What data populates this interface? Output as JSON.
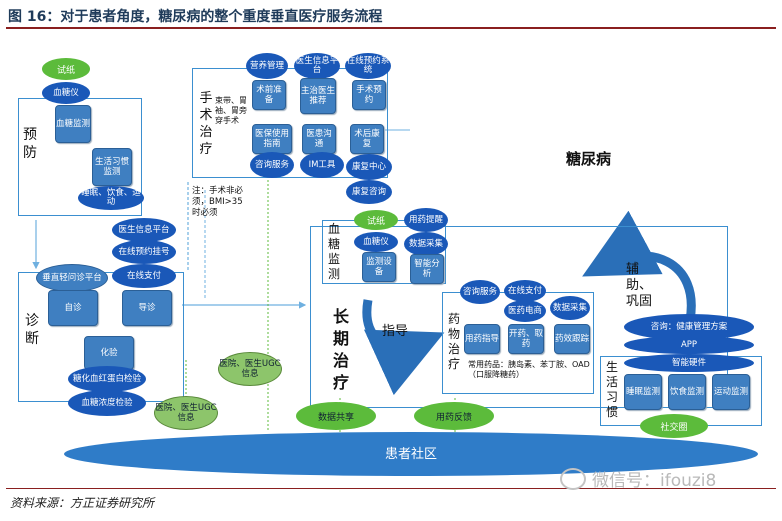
{
  "title": "图 16：对于患者角度，糖尿病的整个重度垂直医疗服务流程",
  "source": "资料来源：方正证券研究所",
  "watermark": "微信号：ifouzi8",
  "prevention": {
    "label": "预防",
    "pills": [
      "试纸",
      "血糖仪"
    ],
    "boxes": [
      "血糖监测",
      "生活习惯监测"
    ],
    "bottom_pill": "睡眠、饮食、运动"
  },
  "diagnosis": {
    "label": "诊断",
    "top_pills": [
      "医生信息平台",
      "在线预约挂号"
    ],
    "green_pill": "垂直轻问诊平台",
    "blue_pill": "在线支付",
    "boxes": [
      "自诊",
      "导诊",
      "化验"
    ],
    "bottom_pills": [
      "糖化血红蛋白检验",
      "血糖浓度检验"
    ]
  },
  "surgery": {
    "label": "手术治疗",
    "types": "束带、胃袖、胃旁穿手术",
    "pills": [
      "营养管理",
      "医生信息平台",
      "在线预约系统"
    ],
    "boxes": [
      "术前准备",
      "主治医生推荐",
      "手术预约",
      "医保使用指南",
      "医患沟通",
      "术后康复"
    ],
    "bottom_pills": [
      "咨询服务",
      "IM工具",
      "康复中心",
      "康复咨询"
    ],
    "note": "注：手术非必须，BMI>35时必须"
  },
  "diabetes_label": "糖尿病",
  "long_term": {
    "label": "长期治疗",
    "monitor": {
      "label": "血糖监测",
      "pills": [
        "试纸",
        "血糖仪",
        "用药提醒",
        "数据采集"
      ],
      "boxes": [
        "监测设备",
        "智能分析"
      ]
    },
    "guide": "指导",
    "medicine": {
      "label": "药物治疗",
      "pills": [
        "咨询服务",
        "在线支付",
        "医药电商",
        "数据采集"
      ],
      "boxes": [
        "用药指导",
        "开药、取药",
        "药效跟踪"
      ],
      "common": "常用药品：胰岛素、苯丁胺、OAD（口服降糖药）"
    },
    "assist": "辅助、巩固",
    "life": {
      "label": "生活习惯",
      "pills": [
        "咨询：健康管理方案",
        "APP",
        "智能硬件"
      ],
      "boxes": [
        "睡眠监测",
        "饮食监测",
        "运动监测"
      ],
      "social": "社交圈"
    },
    "bottom_pills": [
      "数据共享",
      "用药反馈"
    ]
  },
  "ugc": [
    "医院、医生UGC信息",
    "医院、医生UGC信息"
  ],
  "community": "患者社区",
  "colors": {
    "frame": "#3b8fd0",
    "box": "#3f7fc1",
    "pill": "#1a58b8",
    "green": "#5cbb3b",
    "community": "#2f7cc8",
    "title_rule": "#8a1f1f"
  }
}
